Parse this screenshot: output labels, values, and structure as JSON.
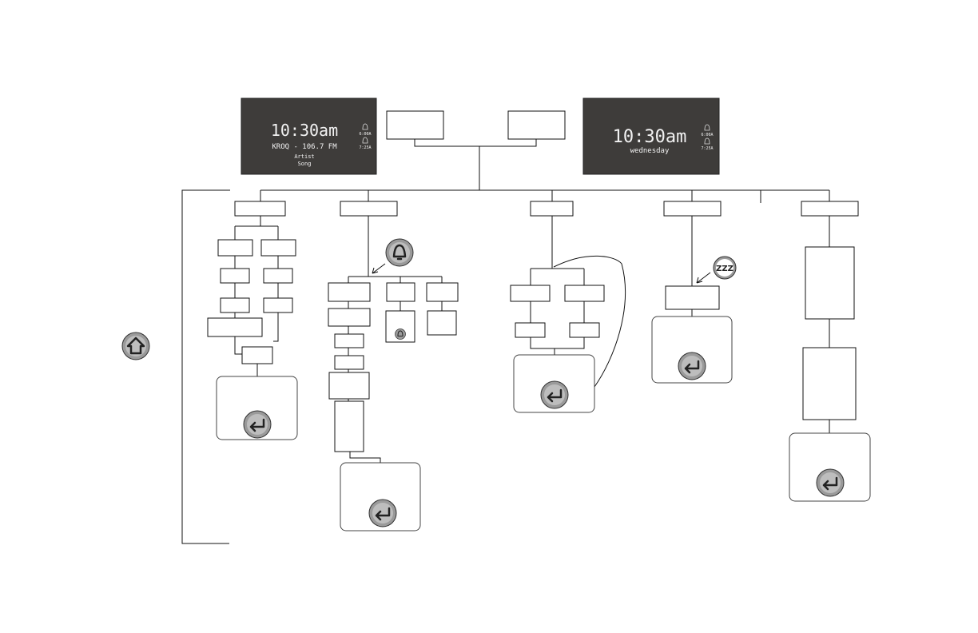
{
  "screens": {
    "radio": {
      "time": "10:30am",
      "station": "KROQ - 106.7 FM",
      "artist": "Artist",
      "song": "Song",
      "alarm1": "6:00A",
      "alarm2": "7:25A"
    },
    "clock": {
      "time": "10:30am",
      "day": "wednesday",
      "alarm1": "6:00A",
      "alarm2": "7:25A"
    }
  },
  "icons": {
    "home": "home-icon",
    "enter": "enter-arrow-icon",
    "alarm": "bell-icon",
    "snooze": "zzz-icon",
    "snooze_text": "ZZZ"
  },
  "colors": {
    "screen_background": "#3e3c3a",
    "screen_text": "#f2f2f2",
    "button_gray": "#9a9a9a"
  }
}
